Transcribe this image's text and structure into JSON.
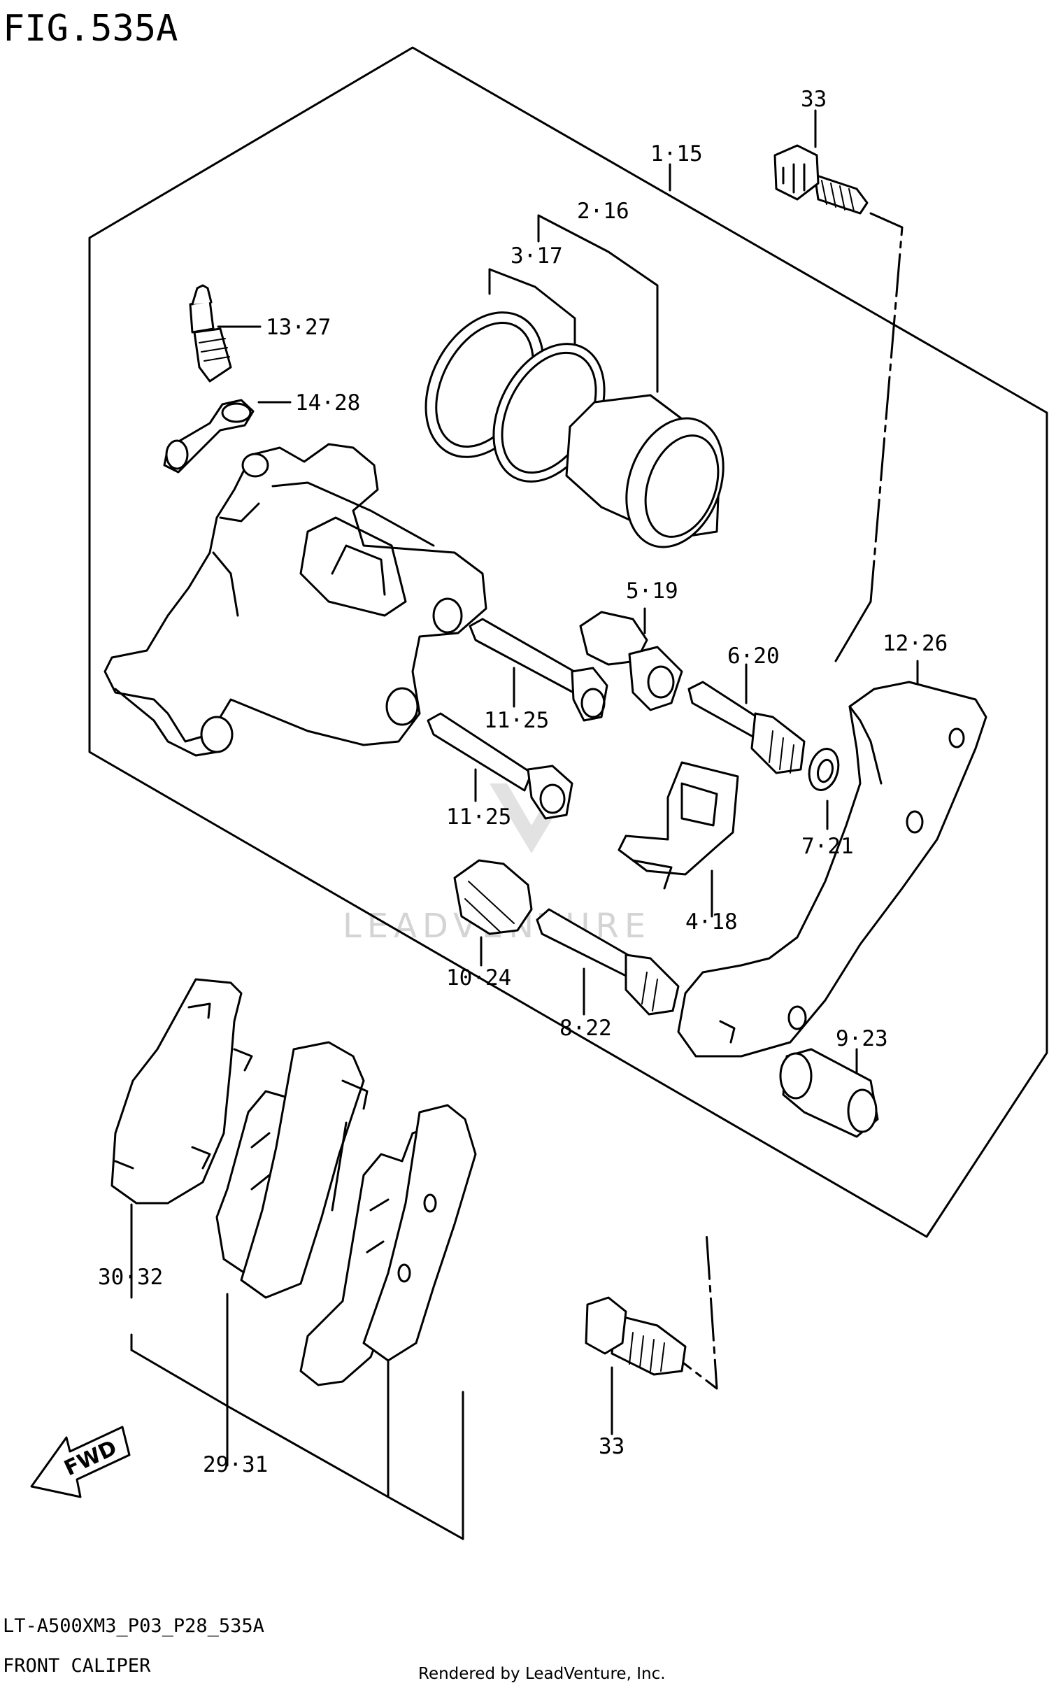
{
  "figure": {
    "title": "FIG.535A",
    "model_code": "LT-A500XM3_P03_P28_535A",
    "caption": "FRONT CALIPER",
    "credit": "Rendered by LeadVenture, Inc.",
    "watermark": "LEADVENTURE",
    "direction_badge": "FWD"
  },
  "callouts": [
    {
      "id": "33-top",
      "text": "33"
    },
    {
      "id": "1-15",
      "text": "1·15"
    },
    {
      "id": "2-16",
      "text": "2·16"
    },
    {
      "id": "3-17",
      "text": "3·17"
    },
    {
      "id": "13-27",
      "text": "13·27"
    },
    {
      "id": "14-28",
      "text": "14·28"
    },
    {
      "id": "5-19",
      "text": "5·19"
    },
    {
      "id": "6-20",
      "text": "6·20"
    },
    {
      "id": "12-26",
      "text": "12·26"
    },
    {
      "id": "11-25-a",
      "text": "11·25"
    },
    {
      "id": "11-25-b",
      "text": "11·25"
    },
    {
      "id": "7-21",
      "text": "7·21"
    },
    {
      "id": "4-18",
      "text": "4·18"
    },
    {
      "id": "10-24",
      "text": "10·24"
    },
    {
      "id": "8-22",
      "text": "8·22"
    },
    {
      "id": "9-23",
      "text": "9·23"
    },
    {
      "id": "30-32",
      "text": "30·32"
    },
    {
      "id": "29-31",
      "text": "29·31"
    },
    {
      "id": "33-bottom",
      "text": "33"
    }
  ],
  "colors": {
    "line": "#000000",
    "background": "#ffffff",
    "watermark": "#d4d4d4"
  }
}
